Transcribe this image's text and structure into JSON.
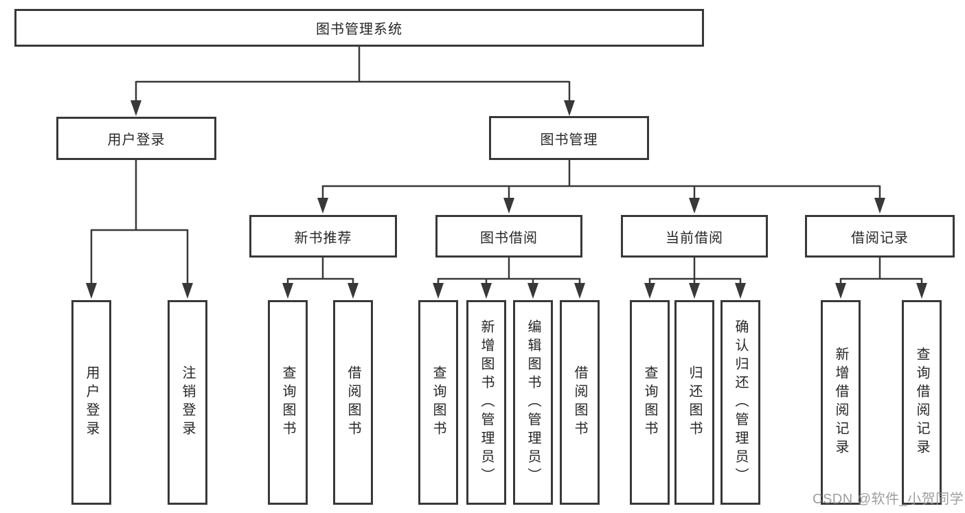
{
  "diagram": {
    "title": "图书管理系统",
    "branches": [
      {
        "label": "用户登录",
        "children": [
          "用户登录",
          "注销登录"
        ]
      },
      {
        "label": "图书管理",
        "sections": [
          {
            "label": "新书推荐",
            "children": [
              "查询图书",
              "借阅图书"
            ]
          },
          {
            "label": "图书借阅",
            "children": [
              "查询图书",
              "新增图书（管理员）",
              "编辑图书（管理员）",
              "借阅图书"
            ]
          },
          {
            "label": "当前借阅",
            "children": [
              "查询图书",
              "归还图书",
              "确认归还（管理员）"
            ]
          },
          {
            "label": "借阅记录",
            "children": [
              "新增借阅记录",
              "查询借阅记录"
            ]
          }
        ]
      }
    ]
  },
  "watermark": {
    "text": "CSDN @软件_小贺同学"
  },
  "colors": {
    "line": "#383838",
    "box_border": "#383838",
    "text": "#262626",
    "watermark": "#949494",
    "background": "#ffffff"
  }
}
